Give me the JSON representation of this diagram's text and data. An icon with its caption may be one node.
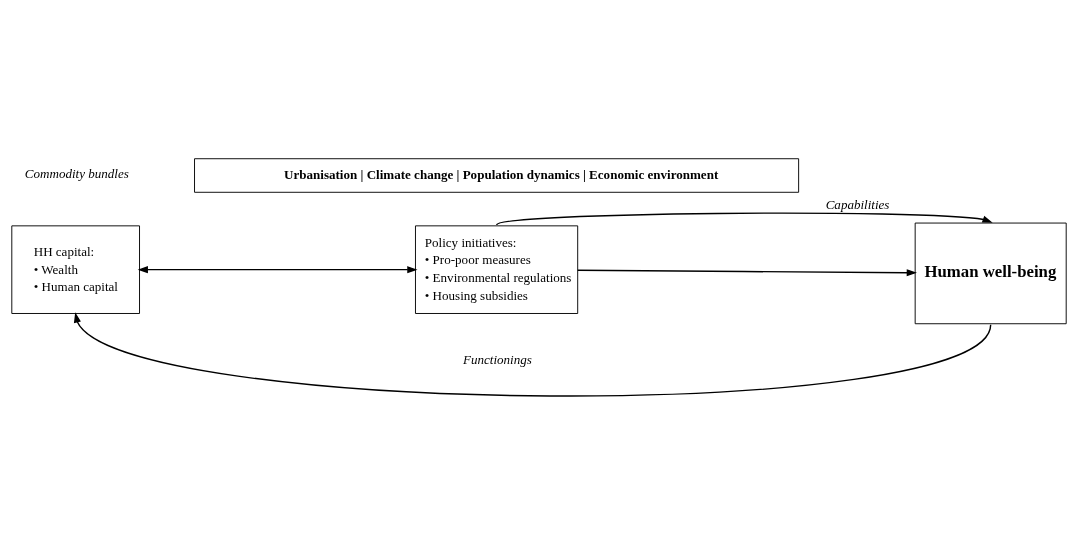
{
  "diagram": {
    "nodes": [
      {
        "text": [
          "HH capital:",
          "• Wealth",
          "• Human capital"
        ]
      },
      {
        "text": [
          "Policy initiatives:",
          "• Pro-poor measures",
          "• Environmental regulations",
          "• Housing subsidies"
        ]
      },
      {
        "text": [
          "Human well-being"
        ]
      },
      {
        "text": [
          "Urbanisation | Climate change | Population dynamics | Economic environment"
        ]
      }
    ],
    "edges": [
      {
        "from": 0,
        "to": 1,
        "arrow": "both"
      },
      {
        "from": 1,
        "to": 2,
        "arrow": "to"
      },
      {
        "from": 1,
        "to": 2,
        "arrow": "to",
        "label": "Capabilities"
      },
      {
        "from": 2,
        "to": 0,
        "arrow": "to",
        "label": "Functionings"
      }
    ],
    "labels": [
      "Commodity bundles"
    ]
  }
}
